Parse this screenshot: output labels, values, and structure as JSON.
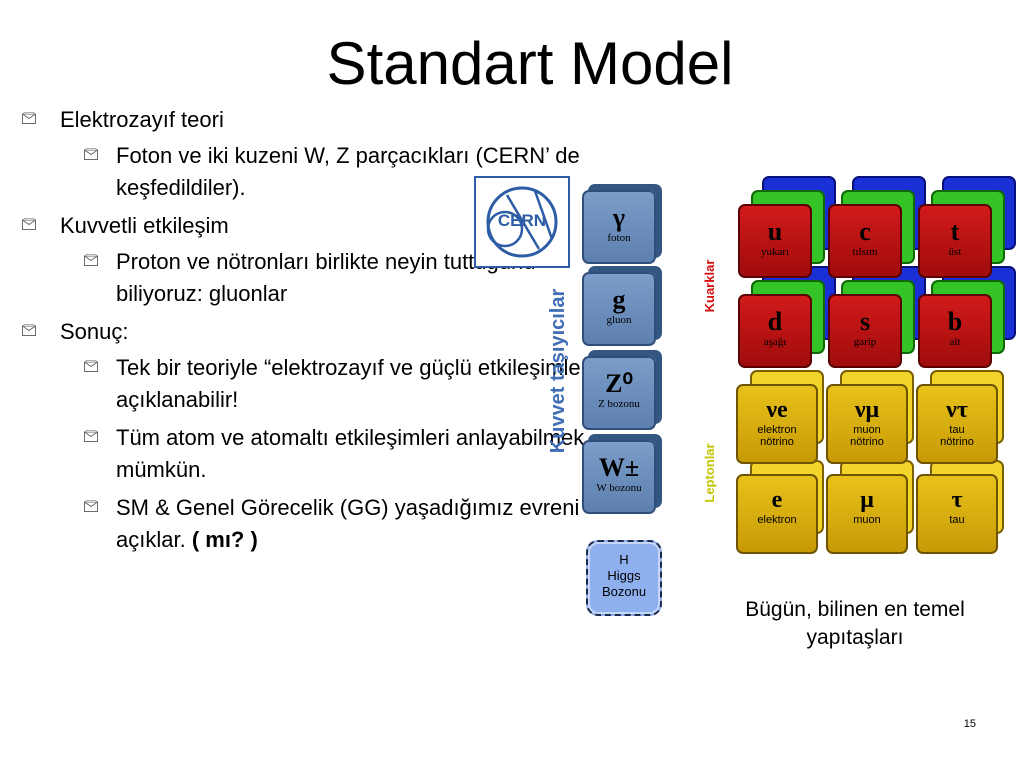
{
  "title": "Standart Model",
  "bullets": {
    "b1": "Elektrozayıf teori",
    "b1_1": "Foton ve iki kuzeni W, Z parçacıkları (CERN’ de keşfedildiler).",
    "b2": "Kuvvetli etkileşim",
    "b2_1": "Proton ve nötronları birlikte neyin tuttuğunu biliyoruz: gluonlar",
    "b3": "Sonuç:",
    "b3_1": "Tek bir teoriyle “elektrozayıf ve güçlü etkileşimler” açıklanabilir!",
    "b3_2": "Tüm atom ve atomaltı etkileşimleri anlayabilmek mümkün.",
    "b3_3_text": "SM & Genel  Görecelik (GG) yaşadığımız evreni açıklar.  ",
    "b3_3_bold": "( mı? )"
  },
  "logo": {
    "text": "CERN"
  },
  "labels": {
    "kuvvet": "Kuvvet taşıyıcılar",
    "kuarklar": "Kuarklar",
    "leptonlar": "Leptonlar"
  },
  "bosons": [
    {
      "symbol": "γ",
      "name": "foton"
    },
    {
      "symbol": "g",
      "name": "gluon"
    },
    {
      "symbol": "Z⁰",
      "name": "Z bozonu"
    },
    {
      "symbol": "W±",
      "name": "W bozonu"
    }
  ],
  "quarks": [
    {
      "symbol": "u",
      "name": "yukarı"
    },
    {
      "symbol": "c",
      "name": "tılsım"
    },
    {
      "symbol": "t",
      "name": "üst"
    },
    {
      "symbol": "d",
      "name": "aşağı"
    },
    {
      "symbol": "s",
      "name": "garip"
    },
    {
      "symbol": "b",
      "name": "alt"
    }
  ],
  "leptons": [
    {
      "symbol": "νe",
      "name1": "elektron",
      "name2": "nötrino"
    },
    {
      "symbol": "νμ",
      "name1": "muon",
      "name2": "nötrino"
    },
    {
      "symbol": "ντ",
      "name1": "tau",
      "name2": "nötrino"
    },
    {
      "symbol": "e",
      "name1": "elektron",
      "name2": ""
    },
    {
      "symbol": "μ",
      "name1": "muon",
      "name2": ""
    },
    {
      "symbol": "τ",
      "name1": "tau",
      "name2": ""
    }
  ],
  "higgs": {
    "line1": "H",
    "line2": "Higgs",
    "line3": "Bozonu"
  },
  "caption": "Bügün, bilinen en temel yapıtaşları",
  "page_number": "15",
  "colors": {
    "quark": "#c21515",
    "lepton": "#dbb414",
    "boson": "#6b8dbd",
    "higgs": "#8fb0ee"
  }
}
